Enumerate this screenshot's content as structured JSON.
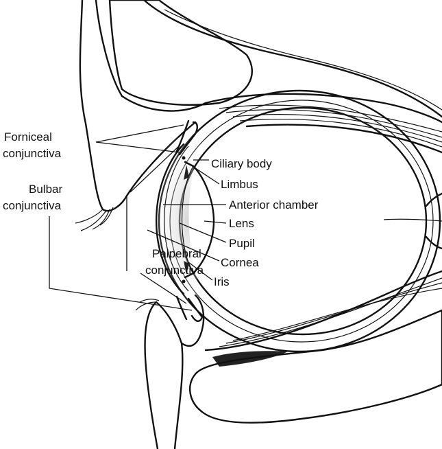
{
  "figure": {
    "labels": {
      "forniceal_1": "Forniceal",
      "forniceal_2": "conjunctiva",
      "bulbar_1": "Bulbar",
      "bulbar_2": "conjunctiva",
      "palpebral_1": "Palpebral",
      "palpebral_2": "conjunctiva",
      "ciliary_body": "Ciliary body",
      "limbus": "Limbus",
      "anterior_chamber": "Anterior chamber",
      "lens": "Lens",
      "pupil": "Pupil",
      "cornea": "Cornea",
      "iris": "Iris"
    }
  }
}
